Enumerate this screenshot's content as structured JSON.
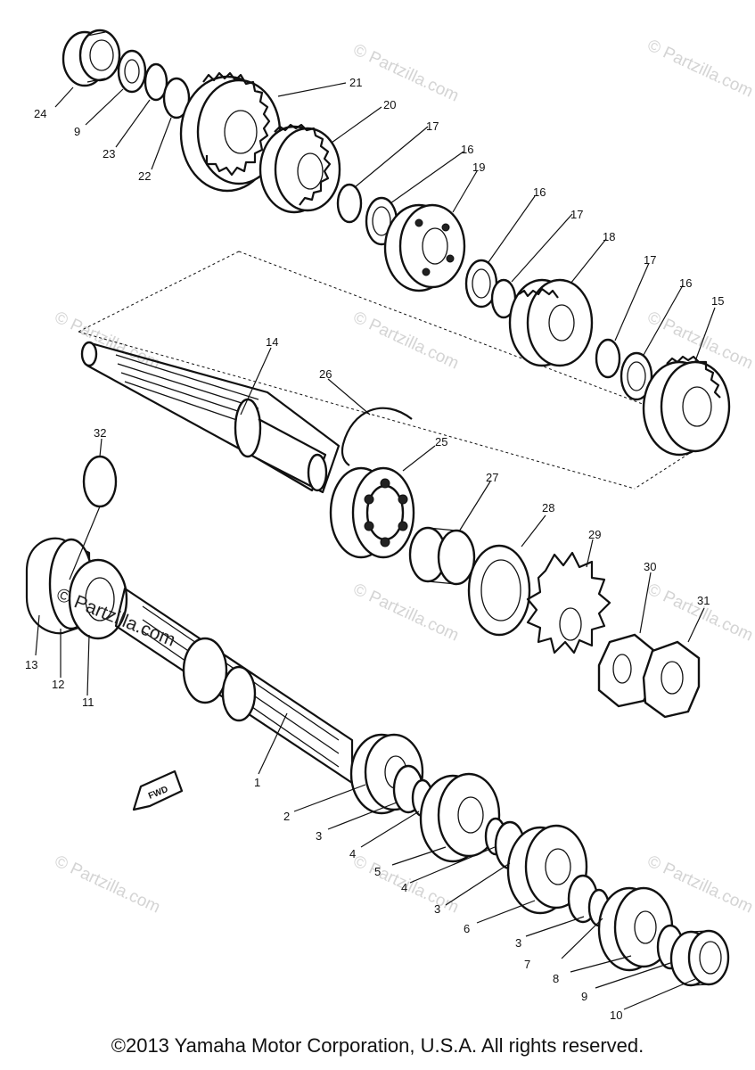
{
  "callouts": [
    "1",
    "2",
    "3",
    "4",
    "5",
    "6",
    "7",
    "8",
    "9",
    "10",
    "11",
    "12",
    "13",
    "14",
    "15",
    "16",
    "17",
    "18",
    "19",
    "20",
    "21",
    "22",
    "23",
    "24",
    "25",
    "26",
    "27",
    "28",
    "29",
    "30",
    "31",
    "32"
  ],
  "fwd_label": "FWD",
  "watermark": {
    "text": "© Partzilla.com",
    "primary_text": "© Partzilla.com"
  },
  "copyright": "©2013 Yamaha Motor Corporation, U.S.A. All rights reserved."
}
